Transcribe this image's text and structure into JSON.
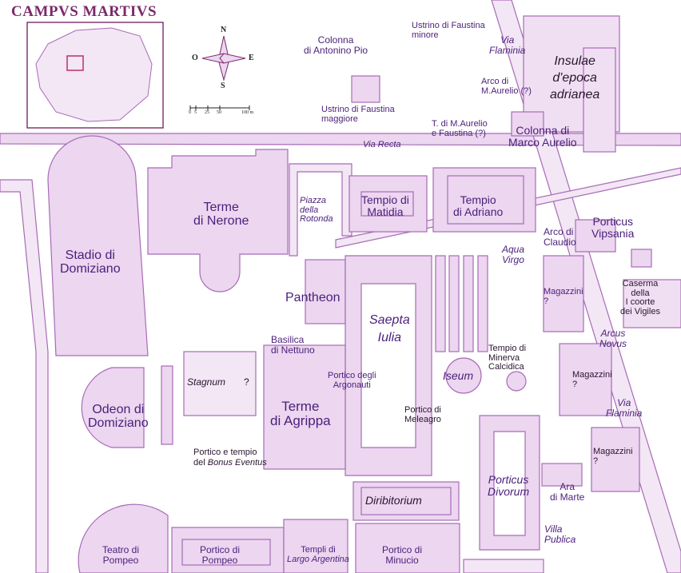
{
  "title": "CAMPVS MARTIVS",
  "compass": {
    "n": "N",
    "s": "S",
    "e": "E",
    "w": "O"
  },
  "scale": {
    "t0": "0",
    "t1": "5",
    "t2": "25",
    "t3": "50",
    "t4": "100 m"
  },
  "colors": {
    "building": "#ecd6f0",
    "outline": "#a86bb6",
    "label": "#4a1f7a"
  },
  "labels": {
    "colonna_antonino": "Colonna\ndi Antonino Pio",
    "ustrino_minore": "Ustrino di Faustina\nminore",
    "via_flaminia_n": "Via\nFlaminia",
    "insulae": "Insulae\nd'epoca\nadrianea",
    "arco_maurelio": "Arco di\nM.Aurelio (?)",
    "ustrino_maggiore": "Ustrino di Faustina\nmaggiore",
    "t_maurelio": "T. di M.Aurelio\ne Faustina (?)",
    "colonna_marco": "Colonna di\nMarco Aurelio",
    "via_recta": "Via Recta",
    "terme_nerone": "Terme\ndi Nerone",
    "piazza_rotonda": "Piazza\ndella\nRotonda",
    "tempio_matidia": "Tempio di\nMatidia",
    "tempio_adriano": "Tempio\ndi Adriano",
    "arco_claudio": "Arco di\nClaudio",
    "porticus_vipsania": "Porticus\nVipsania",
    "aqua_virgo": "Aqua\nVirgo",
    "stadio": "Stadio di\nDomiziano",
    "pantheon": "Pantheon",
    "saepta": "Saepta\nIulia",
    "magazzini1": "Magazzini\n?",
    "caserma": "Caserma\ndella\nI coorte\ndei Vigiles",
    "basilica_nettuno": "Basilica\ndi Nettuno",
    "arcus_novus": "Arcus\nNovus",
    "tempio_minerva": "Tempio di\nMinerva\nCalcidica",
    "stagnum": "Stagnum",
    "stagnum_q": "?",
    "portico_argonauti": "Portico degli\nArgonauti",
    "iseum": "Iseum",
    "magazzini2": "Magazzini\n?",
    "odeon": "Odeon di\nDomiziano",
    "terme_agrippa": "Terme\ndi Agrippa",
    "portico_meleagro": "Portico di\nMeleagro",
    "via_flaminia_s": "Via\nFlaminia",
    "bonus_eventus_1": "Portico e tempio",
    "bonus_eventus_pre": "del",
    "bonus_eventus_it": "Bonus Eventus",
    "magazzini3": "Magazzini\n?",
    "porticus_divorum": "Porticus\nDivorum",
    "ara_marte": "Ara\ndi Marte",
    "diribitorium": "Diribitorium",
    "villa_publica": "Villa\nPublica",
    "teatro_pompeo": "Teatro di\nPompeo",
    "portico_pompeo": "Portico di\nPompeo",
    "templi_argentina_1": "Templi di",
    "templi_argentina_2": "Largo Argentina",
    "portico_minucio": "Portico di\nMinucio"
  }
}
